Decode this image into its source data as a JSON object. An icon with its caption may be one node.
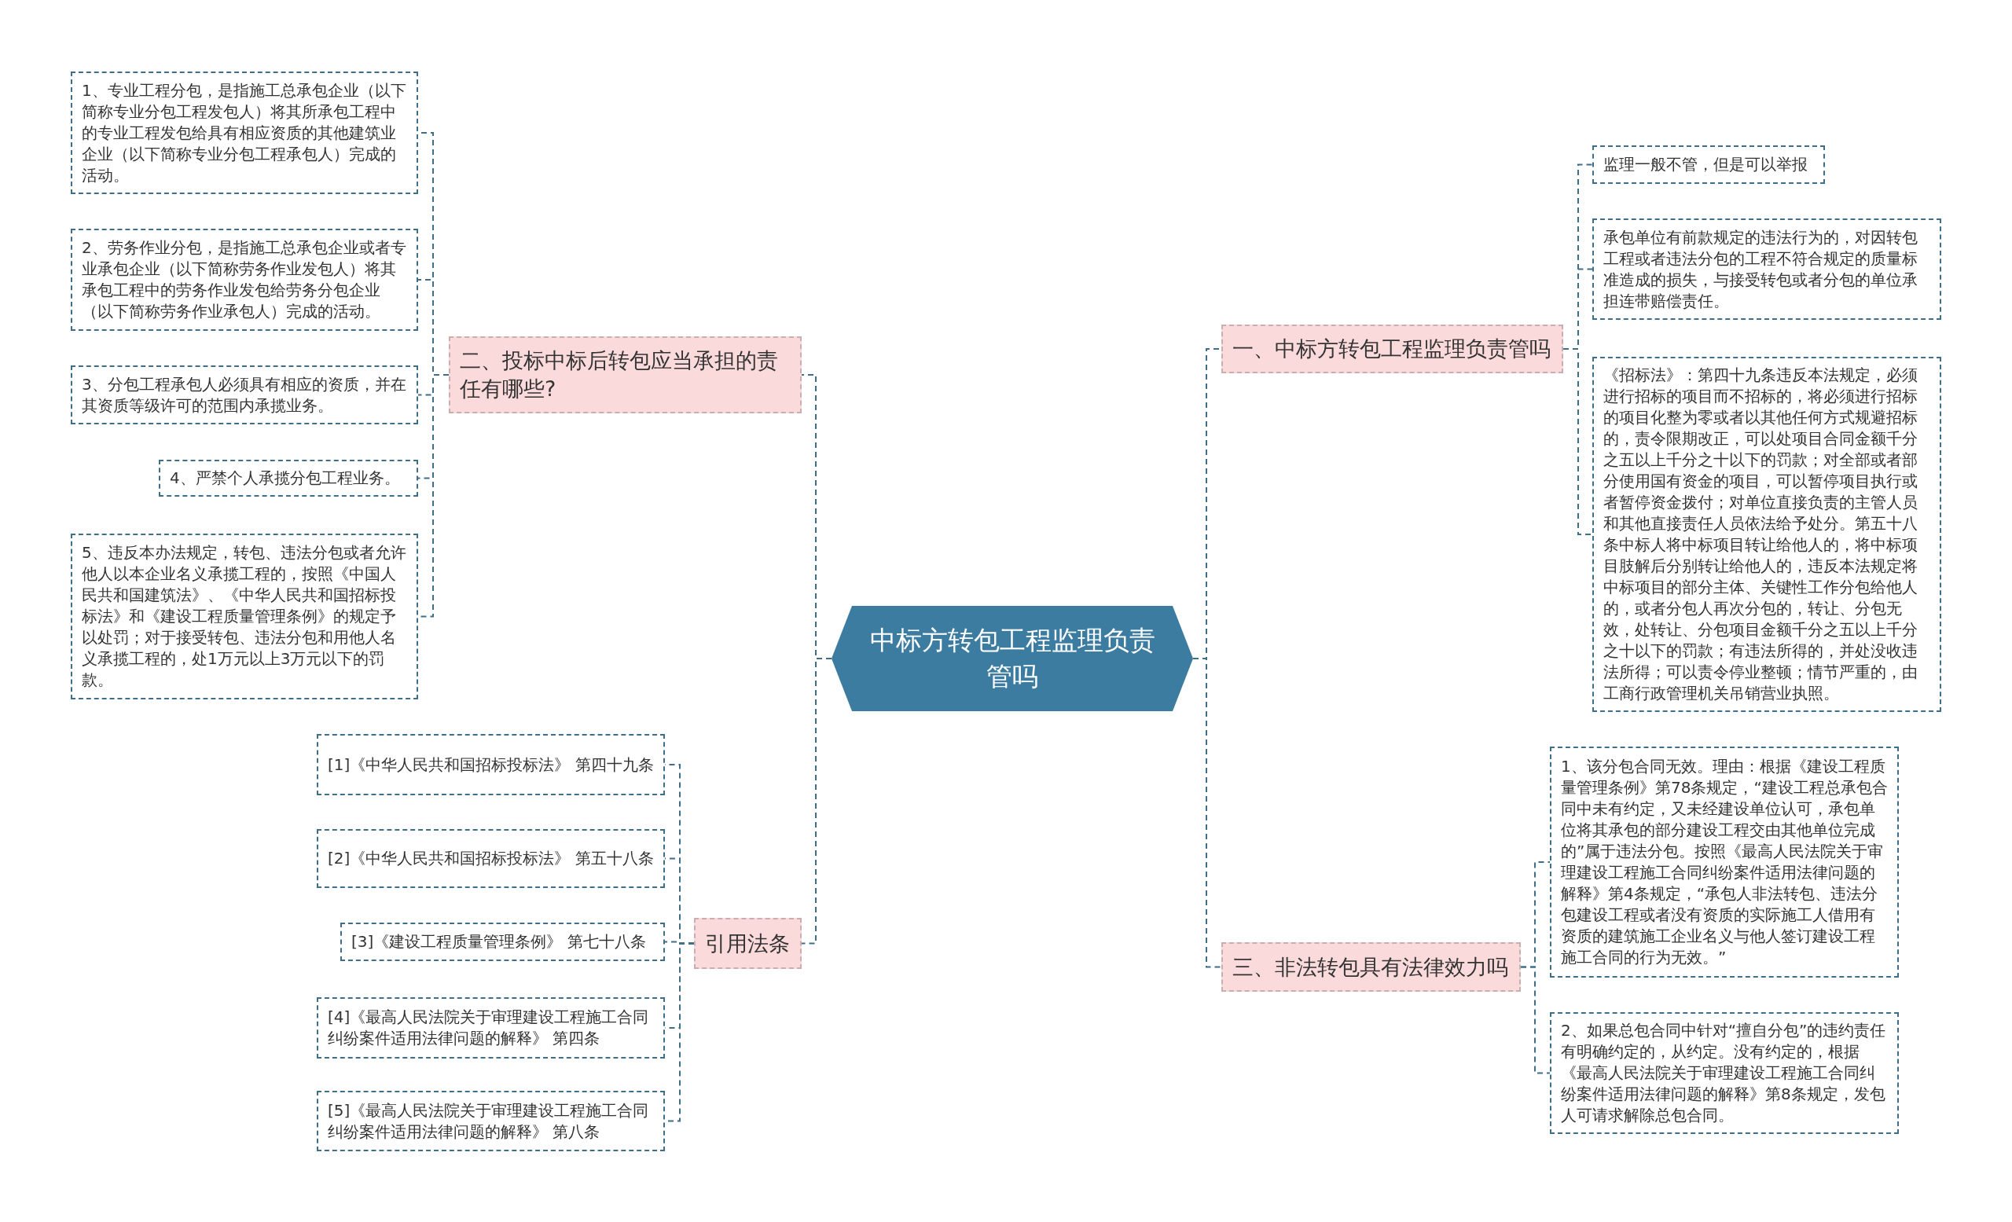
{
  "diagram": {
    "nodes": [
      {
        "text": [
          "中标方转包工程监理负责管吗"
        ]
      },
      {
        "text": [
          "二、投标中标后转包应当承担的责任有哪些?"
        ]
      },
      {
        "text": [
          "1、专业工程分包，是指施工总承包企业（以下简称专业分包工程发包人）将其所承包工程中的专业工程发包给具有相应资质的其他建筑业企业（以下简称专业分包工程承包人）完成的活动。"
        ]
      },
      {
        "text": [
          "2、劳务作业分包，是指施工总承包企业或者专业承包企业（以下简称劳务作业发包人）将其承包工程中的劳务作业发包给劳务分包企业（以下简称劳务作业承包人）完成的活动。"
        ]
      },
      {
        "text": [
          "3、分包工程承包人必须具有相应的资质，并在其资质等级许可的范围内承揽业务。"
        ]
      },
      {
        "text": [
          "4、严禁个人承揽分包工程业务。"
        ]
      },
      {
        "text": [
          "5、违反本办法规定，转包、违法分包或者允许他人以本企业名义承揽工程的，按照《中国人民共和国建筑法》、《中华人民共和国招标投标法》和《建设工程质量管理条例》的规定予以处罚；对于接受转包、违法分包和用他人名义承揽工程的，处1万元以上3万元以下的罚款。"
        ]
      },
      {
        "text": [
          "引用法条"
        ]
      },
      {
        "text": [
          "[1]《中华人民共和国招标投标法》 第四十九条"
        ]
      },
      {
        "text": [
          "[2]《中华人民共和国招标投标法》 第五十八条"
        ]
      },
      {
        "text": [
          "[3]《建设工程质量管理条例》 第七十八条"
        ]
      },
      {
        "text": [
          "[4]《最高人民法院关于审理建设工程施工合同纠纷案件适用法律问题的解释》 第四条"
        ]
      },
      {
        "text": [
          "[5]《最高人民法院关于审理建设工程施工合同纠纷案件适用法律问题的解释》 第八条"
        ]
      },
      {
        "text": [
          "一、中标方转包工程监理负责管吗"
        ]
      },
      {
        "text": [
          "监理一般不管，但是可以举报"
        ]
      },
      {
        "text": [
          "承包单位有前款规定的违法行为的，对因转包工程或者违法分包的工程不符合规定的质量标准造成的损失，与接受转包或者分包的单位承担连带赔偿责任。"
        ]
      },
      {
        "text": [
          "《招标法》：第四十九条违反本法规定，必须进行招标的项目而不招标的，将必须进行招标的项目化整为零或者以其他任何方式规避招标的，责令限期改正，可以处项目合同金额千分之五以上千分之十以下的罚款；对全部或者部分使用国有资金的项目，可以暂停项目执行或者暂停资金拨付；对单位直接负责的主管人员和其他直接责任人员依法给予处分。第五十八条中标人将中标项目转让给他人的，将中标项目肢解后分别转让给他人的，违反本法规定将中标项目的部分主体、关键性工作分包给他人的，或者分包人再次分包的，转让、分包无效，处转让、分包项目金额千分之五以上千分之十以下的罚款；有违法所得的，并处没收违法所得；可以责令停业整顿；情节严重的，由工商行政管理机关吊销营业执照。"
        ]
      },
      {
        "text": [
          "三、非法转包具有法律效力吗"
        ]
      },
      {
        "text": [
          "1、该分包合同无效。理由：根据《建设工程质量管理条例》第78条规定，“建设工程总承包合同中未有约定，又未经建设单位认可，承包单位将其承包的部分建设工程交由其他单位完成的”属于违法分包。按照《最高人民法院关于审理建设工程施工合同纠纷案件适用法律问题的解释》第4条规定，“承包人非法转包、违法分包建设工程或者没有资质的实际施工人借用有资质的建筑施工企业名义与他人签订建设工程施工合同的行为无效。”"
        ]
      },
      {
        "text": [
          "2、如果总包合同中针对“擅自分包”的违约责任有明确约定的，从约定。没有约定的，根据《最高人民法院关于审理建设工程施工合同纠纷案件适用法律问题的解释》第8条规定，发包人可请求解除总包合同。"
        ]
      }
    ],
    "edges": [
      {
        "from": 0,
        "to": 1,
        "arrow": "none"
      },
      {
        "from": 1,
        "to": 2,
        "arrow": "none"
      },
      {
        "from": 1,
        "to": 3,
        "arrow": "none"
      },
      {
        "from": 1,
        "to": 4,
        "arrow": "none"
      },
      {
        "from": 1,
        "to": 5,
        "arrow": "none"
      },
      {
        "from": 1,
        "to": 6,
        "arrow": "none"
      },
      {
        "from": 0,
        "to": 7,
        "arrow": "none"
      },
      {
        "from": 7,
        "to": 8,
        "arrow": "none"
      },
      {
        "from": 7,
        "to": 9,
        "arrow": "none"
      },
      {
        "from": 7,
        "to": 10,
        "arrow": "none"
      },
      {
        "from": 7,
        "to": 11,
        "arrow": "none"
      },
      {
        "from": 7,
        "to": 12,
        "arrow": "none"
      },
      {
        "from": 0,
        "to": 13,
        "arrow": "none"
      },
      {
        "from": 13,
        "to": 14,
        "arrow": "none"
      },
      {
        "from": 13,
        "to": 15,
        "arrow": "none"
      },
      {
        "from": 13,
        "to": 16,
        "arrow": "none"
      },
      {
        "from": 0,
        "to": 17,
        "arrow": "none"
      },
      {
        "from": 17,
        "to": 18,
        "arrow": "none"
      },
      {
        "from": 17,
        "to": 19,
        "arrow": "none"
      }
    ]
  }
}
